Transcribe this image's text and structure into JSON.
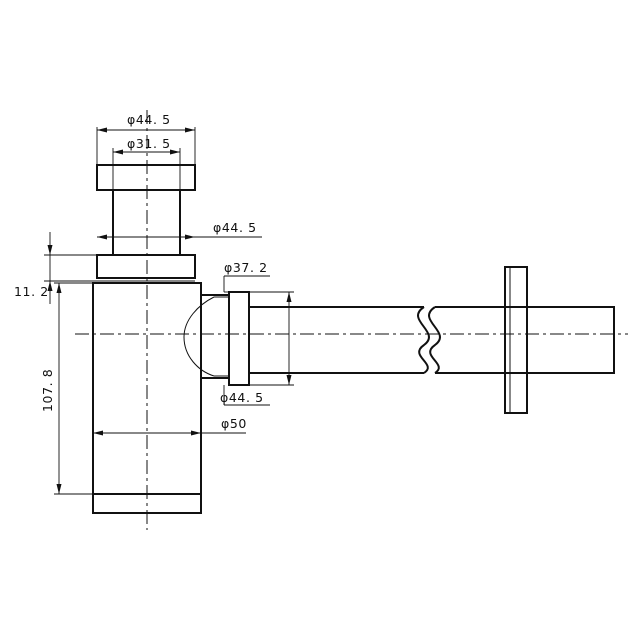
{
  "drawing": {
    "dimensions": {
      "cap_outer_diameter": "φ44. 5",
      "cap_inner_diameter": "φ31. 5",
      "nut_diameter": "φ44. 5",
      "outlet_inner_diameter": "φ37. 2",
      "outlet_flange_diameter": "φ44. 5",
      "body_diameter": "φ50",
      "nut_height": "11. 2",
      "body_height": "107. 8"
    }
  }
}
